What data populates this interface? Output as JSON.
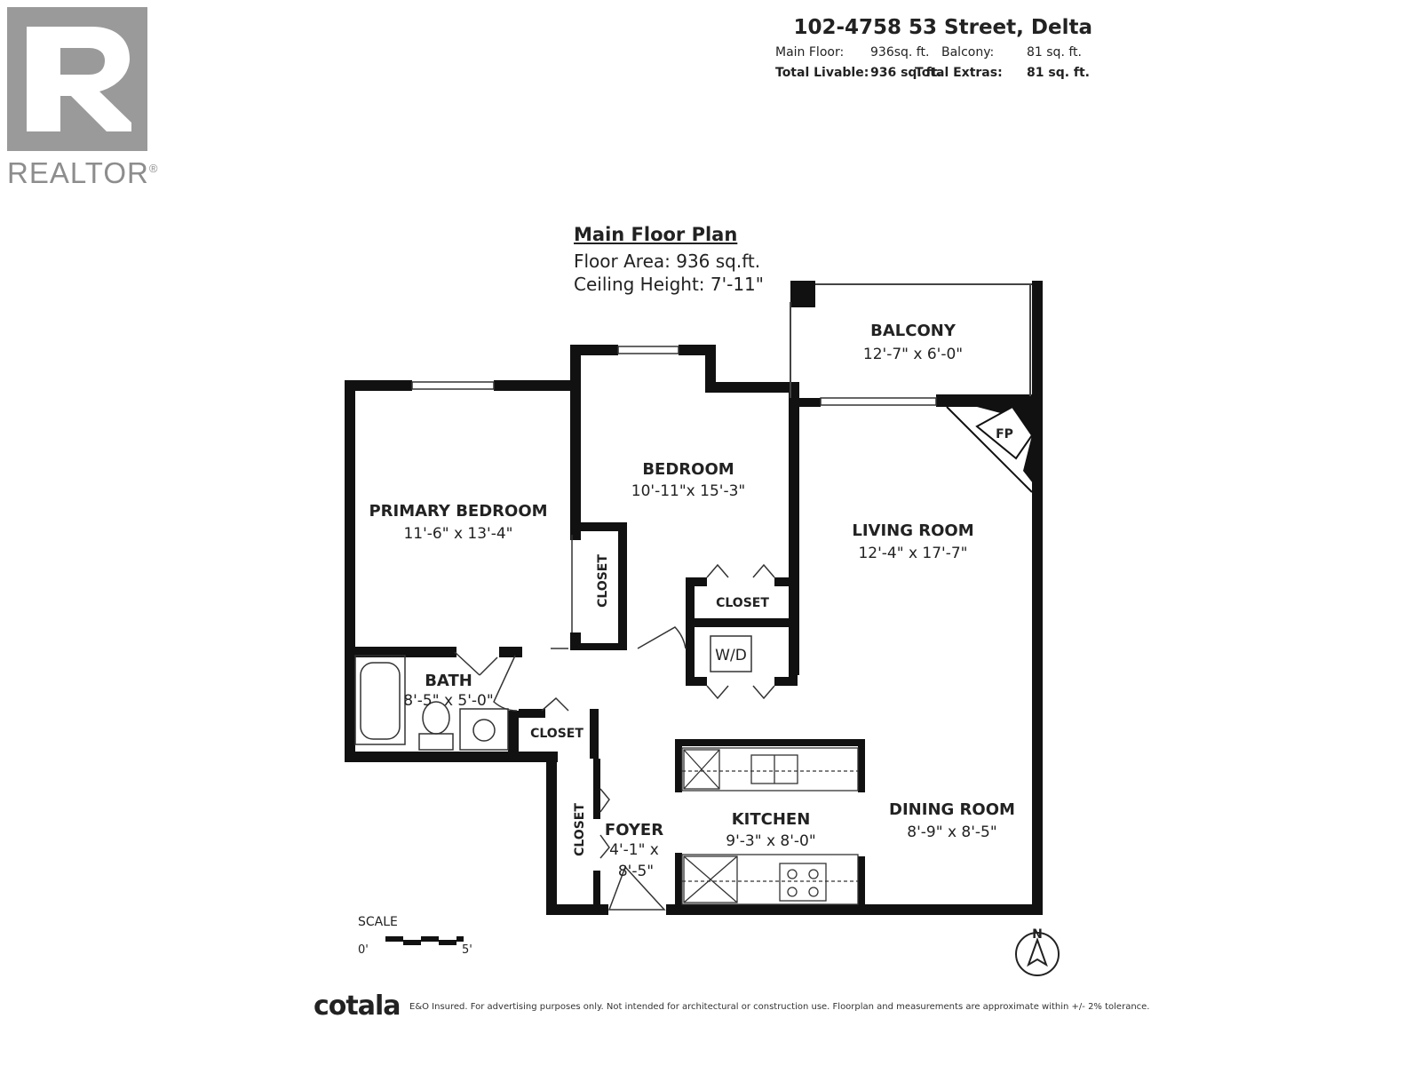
{
  "logo": {
    "wordmark": "REALTOR",
    "mark": "®"
  },
  "header": {
    "address": "102-4758 53 Street, Delta",
    "main_floor_label": "Main Floor:",
    "main_floor_value": "936sq. ft.",
    "balcony_label": "Balcony:",
    "balcony_value": "81 sq. ft.",
    "total_livable_label": "Total Livable:",
    "total_livable_value": "936 sq. ft.",
    "total_extras_label": "Total Extras:",
    "total_extras_value": "81 sq. ft."
  },
  "plan": {
    "title": "Main Floor Plan",
    "floor_area": "Floor Area: 936 sq.ft.",
    "ceiling_height": "Ceiling Height: 7'-11\""
  },
  "rooms": {
    "balcony": {
      "name": "BALCONY",
      "dim": "12'-7\" x 6'-0\""
    },
    "bedroom": {
      "name": "BEDROOM",
      "dim": "10'-11\"x 15'-3\""
    },
    "primary_bedroom": {
      "name": "PRIMARY BEDROOM",
      "dim": "11'-6\" x 13'-4\""
    },
    "living_room": {
      "name": "LIVING ROOM",
      "dim": "12'-4\" x 17'-7\""
    },
    "bath": {
      "name": "BATH",
      "dim": "8'-5\" x 5'-0\""
    },
    "kitchen": {
      "name": "KITCHEN",
      "dim": "9'-3\" x 8'-0\""
    },
    "dining_room": {
      "name": "DINING ROOM",
      "dim": "8'-9\" x 8'-5\""
    },
    "foyer": {
      "name": "FOYER",
      "dim_line1": "4'-1\" x",
      "dim_line2": "8'-5\""
    }
  },
  "labels": {
    "closet": "CLOSET",
    "wd": "W/D",
    "fp": "FP",
    "north": "N"
  },
  "scale": {
    "title": "SCALE",
    "start": "0'",
    "end": "5'"
  },
  "footer": {
    "brand": "cotala",
    "note": "E&O Insured. For advertising purposes only. Not intended for architectural or construction use. Floorplan and measurements are approximate within +/- 2% tolerance."
  },
  "colors": {
    "wall": "#111111",
    "logo": "#9a9a9a",
    "text": "#222222"
  }
}
